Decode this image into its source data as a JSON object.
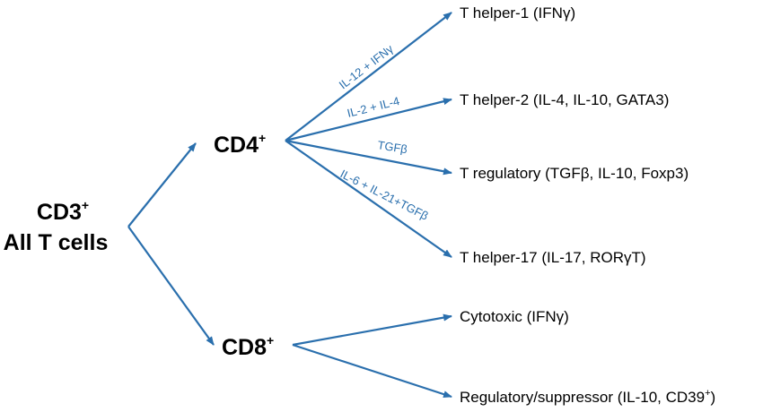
{
  "colors": {
    "arrow": "#2a6fad",
    "text": "#000000",
    "edge_label": "#2a6fad"
  },
  "root": {
    "line1": "CD3",
    "line1_sup": "+",
    "line2": "All T cells"
  },
  "nodes": {
    "cd4": {
      "text": "CD4",
      "sup": "+"
    },
    "cd8": {
      "text": "CD8",
      "sup": "+"
    }
  },
  "leaves": {
    "th1": {
      "text": "T helper-1 (IFNγ)"
    },
    "th2": {
      "text": "T helper-2 (IL-4, IL-10, GATA3)"
    },
    "treg": {
      "text": "T regulatory (TGFβ, IL-10, Foxp3)"
    },
    "th17": {
      "text": "T helper-17 (IL-17, RORγT)"
    },
    "cytotoxic": {
      "text": "Cytotoxic (IFNγ)"
    },
    "regsup": {
      "text": "Regulatory/suppressor (IL-10, CD39",
      "sup": "+",
      "close": ")"
    }
  },
  "edge_labels": {
    "th1": "IL-12 + IFNγ",
    "th2": "IL-2 + IL-4",
    "treg": "TGFβ",
    "th17": "IL-6 + IL-21+TGFβ"
  }
}
